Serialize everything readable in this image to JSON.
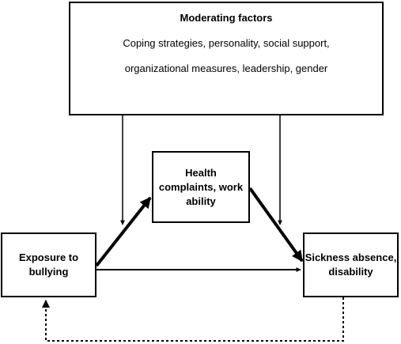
{
  "moderating": {
    "title": "Moderating factors",
    "line1": "Coping strategies, personality, social support,",
    "line2": "organizational measures, leadership, gender"
  },
  "health": {
    "line1": "Health",
    "line2": "complaints, work",
    "line3": "ability"
  },
  "exposure": {
    "line1": "Exposure to",
    "line2": "bullying"
  },
  "sickness": {
    "line1": "Sickness absence,",
    "line2": "disability"
  },
  "colors": {
    "stroke": "#000000",
    "background": "#ffffff"
  }
}
